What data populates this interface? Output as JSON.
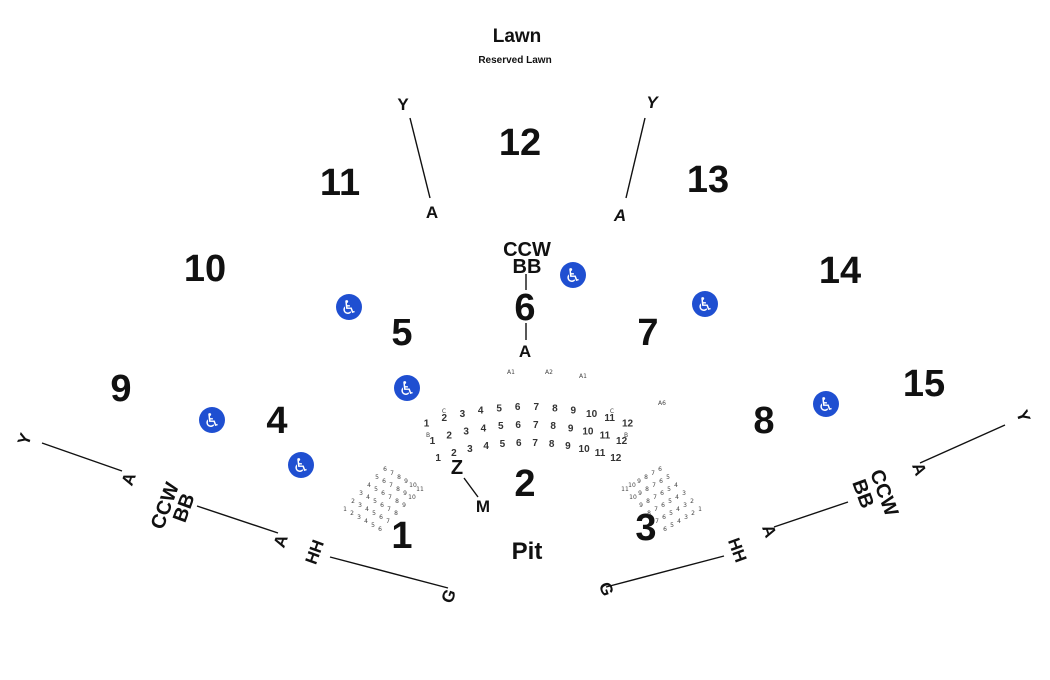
{
  "lawn": {
    "title": "Lawn",
    "subtitle": "Reserved Lawn"
  },
  "pit_label": "Pit",
  "sections": {
    "s1": "1",
    "s2": "2",
    "s3": "3",
    "s4": "4",
    "s5": "5",
    "s6": "6",
    "s7": "7",
    "s8": "8",
    "s9": "9",
    "s10": "10",
    "s11": "11",
    "s12": "12",
    "s13": "13",
    "s14": "14",
    "s15": "15"
  },
  "row_labels": {
    "y": "Y",
    "a": "A",
    "ccw": "CCW",
    "bb": "BB",
    "hh": "HH",
    "g": "G",
    "z": "Z",
    "m": "M"
  },
  "section2_rows": [
    "1",
    "2",
    "3",
    "4",
    "5",
    "6",
    "7",
    "8",
    "9",
    "10",
    "11",
    "12"
  ],
  "section2_seat_tags": {
    "a1": "A1",
    "a2": "A2",
    "a6": "A6",
    "c": "C",
    "b": "B"
  },
  "icons": {
    "accessible": "wheelchair-icon",
    "accessible_color": "#1f4fd1"
  }
}
